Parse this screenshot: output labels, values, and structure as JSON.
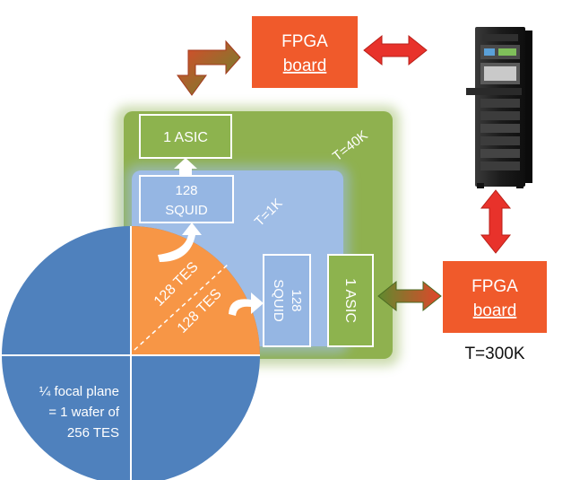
{
  "fpga_top": {
    "line1": "FPGA",
    "line2": "board"
  },
  "fpga_right": {
    "line1": "FPGA",
    "line2": "board"
  },
  "temp_300k": "T=300K",
  "temp_40k": "T=40K",
  "temp_1k": "T=1K",
  "asic_top": "1 ASIC",
  "asic_right": "1 ASIC",
  "squid_top": {
    "line1": "128",
    "line2": "SQUID"
  },
  "squid_right": {
    "line1": "128",
    "line2": "SQUID"
  },
  "tes_a": "128 TES",
  "tes_b": "128 TES",
  "focal_plane": {
    "line1": "¼ focal plane",
    "line2": "= 1 wafer of",
    "line3": "256 TES"
  },
  "colors": {
    "fpga": "#f05a2b",
    "green_stage": "#8fb14f",
    "blue_stage": "#9fbde6",
    "wafer_blue": "#4f81bd",
    "tes_orange": "#f79646",
    "arrow_red": "#e8322b",
    "box_green": "#8db34e",
    "box_blue": "#95b6e3"
  }
}
